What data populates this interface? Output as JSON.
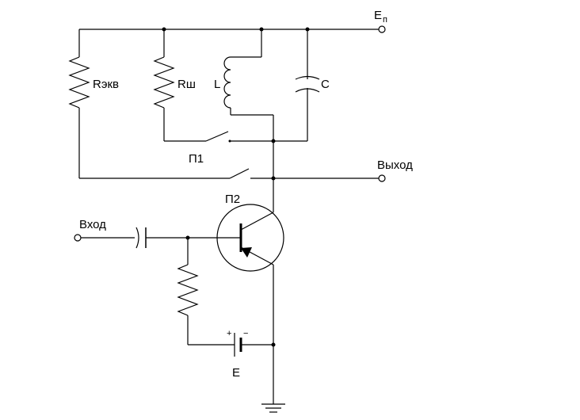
{
  "labels": {
    "supply": "E",
    "supply_sub": "п",
    "r_equiv": "Rэкв",
    "r_shunt": "Rш",
    "inductor": "L",
    "capacitor": "C",
    "switch_1": "П1",
    "output": "Выход",
    "transistor": "П2",
    "input": "Вход",
    "battery": "E",
    "battery_plus": "+",
    "battery_minus": "−"
  }
}
